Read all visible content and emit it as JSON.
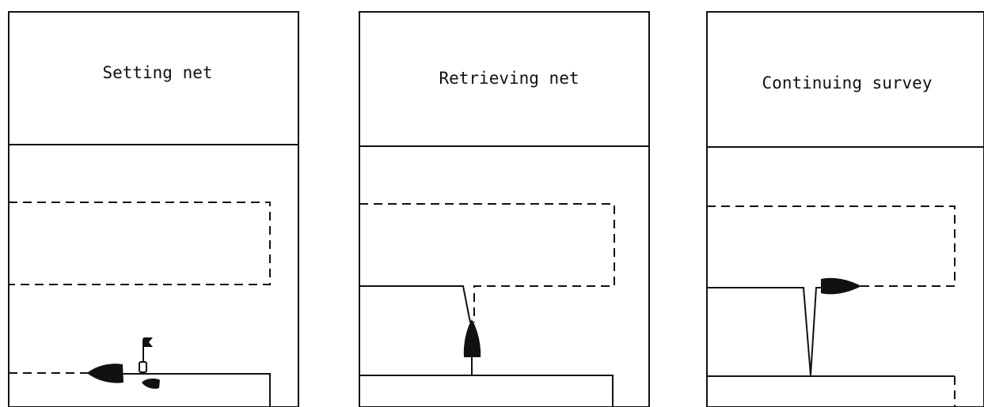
{
  "panels": [
    {
      "id": "setting",
      "title": "Setting net"
    },
    {
      "id": "retrieving",
      "title": "Retrieving net"
    },
    {
      "id": "continuing",
      "title": "Continuing survey"
    }
  ],
  "colors": {
    "line": "#111111",
    "boat": "#111111",
    "background": "#ffffff"
  }
}
